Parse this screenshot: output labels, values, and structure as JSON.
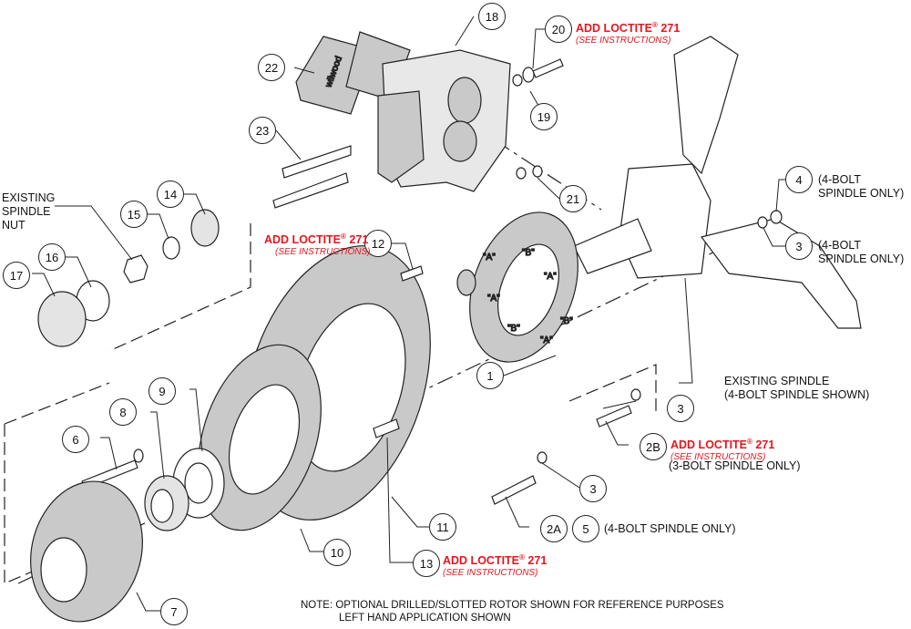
{
  "diagram": {
    "title": "Brake kit exploded assembly diagram",
    "colors": {
      "line": "#222222",
      "fill": "#c9c9c9",
      "loctite": "#e8141d"
    },
    "callouts": [
      {
        "id": "18"
      },
      {
        "id": "20"
      },
      {
        "id": "19"
      },
      {
        "id": "22"
      },
      {
        "id": "23"
      },
      {
        "id": "21"
      },
      {
        "id": "14"
      },
      {
        "id": "15"
      },
      {
        "id": "16"
      },
      {
        "id": "17"
      },
      {
        "id": "12"
      },
      {
        "id": "4"
      },
      {
        "id": "3a",
        "text": "3"
      },
      {
        "id": "1"
      },
      {
        "id": "3b",
        "text": "3"
      },
      {
        "id": "2B"
      },
      {
        "id": "3c",
        "text": "3"
      },
      {
        "id": "2A"
      },
      {
        "id": "5"
      },
      {
        "id": "6"
      },
      {
        "id": "8"
      },
      {
        "id": "9"
      },
      {
        "id": "10"
      },
      {
        "id": "11"
      },
      {
        "id": "13"
      },
      {
        "id": "7"
      }
    ],
    "loctite": {
      "text": "ADD LOCTITE",
      "reg": "®",
      "number": "271",
      "sub": "(SEE INSTRUCTIONS)"
    },
    "labels": {
      "existing_spindle_nut": [
        "EXISTING",
        "SPINDLE",
        "NUT"
      ],
      "four_bolt_only_1": [
        "(4-BOLT",
        "SPINDLE ONLY)"
      ],
      "four_bolt_only_2": [
        "(4-BOLT",
        "SPINDLE ONLY)"
      ],
      "existing_spindle": [
        "EXISTING SPINDLE",
        "(4-BOLT SPINDLE SHOWN)"
      ],
      "three_bolt_only": "(3-BOLT SPINDLE ONLY)",
      "four_bolt_spindle_only": "(4-BOLT SPINDLE ONLY)"
    },
    "backing_plate_marks": [
      "\"A\"",
      "\"B\"",
      "\"A\"",
      "\"A\"",
      "\"B\"",
      "\"B\"",
      "\"A\""
    ],
    "brand_marking": "wilwood",
    "note": [
      "NOTE: OPTIONAL DRILLED/SLOTTED ROTOR SHOWN FOR REFERENCE PURPOSES",
      "LEFT HAND APPLICATION SHOWN"
    ]
  }
}
